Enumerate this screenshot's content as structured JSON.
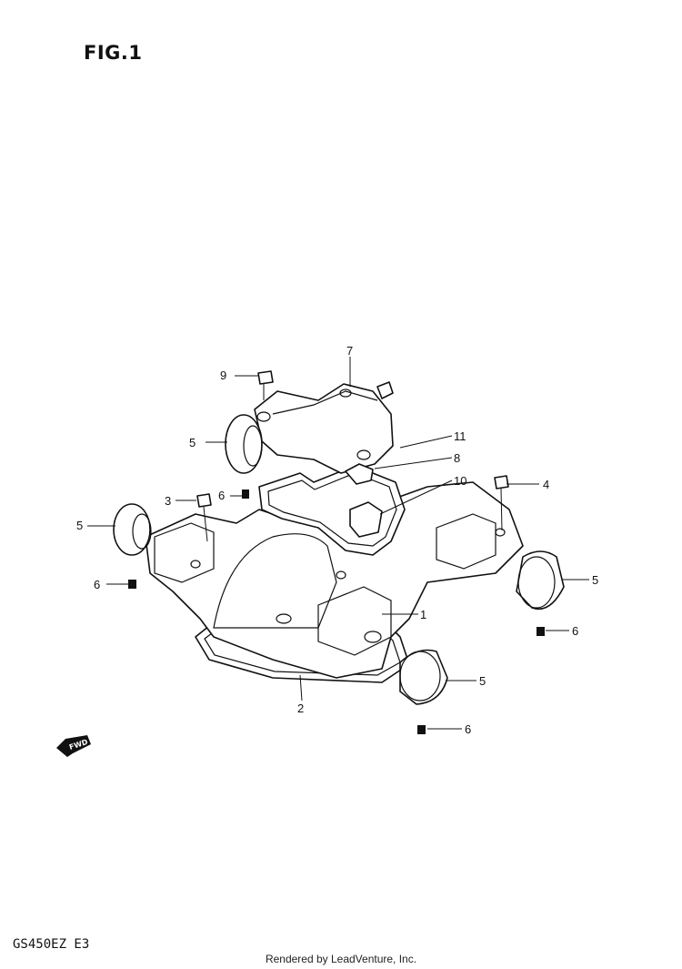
{
  "figure": {
    "title": "FIG.1",
    "model_code": "GS450EZ  E3",
    "footer": "Rendered by LeadVenture, Inc.",
    "fwd_label": "FWD"
  },
  "callouts": [
    {
      "id": "c1",
      "label": "1"
    },
    {
      "id": "c2",
      "label": "2"
    },
    {
      "id": "c3",
      "label": "3"
    },
    {
      "id": "c4",
      "label": "4"
    },
    {
      "id": "c5a",
      "label": "5"
    },
    {
      "id": "c5b",
      "label": "5"
    },
    {
      "id": "c5c",
      "label": "5"
    },
    {
      "id": "c5d",
      "label": "5"
    },
    {
      "id": "c6a",
      "label": "6"
    },
    {
      "id": "c6b",
      "label": "6"
    },
    {
      "id": "c6c",
      "label": "6"
    },
    {
      "id": "c6d",
      "label": "6"
    },
    {
      "id": "c7",
      "label": "7"
    },
    {
      "id": "c8",
      "label": "8"
    },
    {
      "id": "c9",
      "label": "9"
    },
    {
      "id": "c10",
      "label": "10"
    },
    {
      "id": "c11",
      "label": "11"
    }
  ]
}
